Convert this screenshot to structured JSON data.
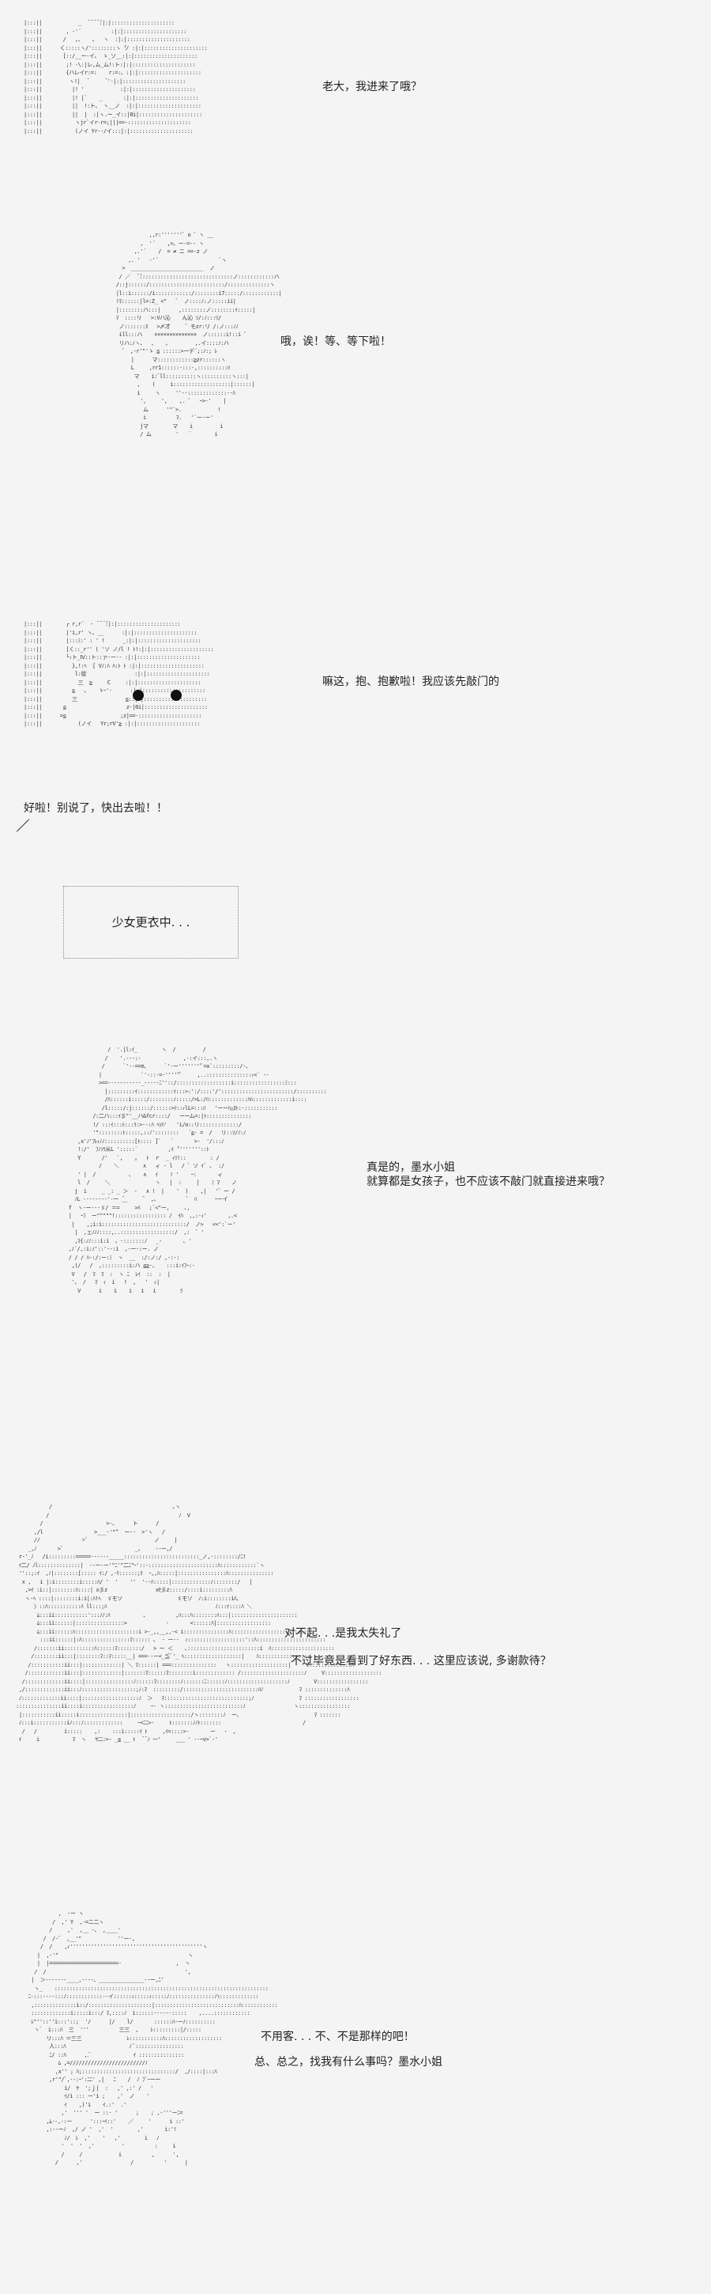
{
  "panels": [
    {
      "lines": [
        "老大，我进来了哦？"
      ]
    },
    {
      "lines": [
        "哦，诶！等、等下啦！"
      ]
    },
    {
      "lines": [
        "嘛这，抱、抱歉啦！我应该先敲门的"
      ]
    },
    {
      "lines": [
        "好啦！别说了，快出去啦！！"
      ]
    },
    {
      "lines": [
        "少女更衣中. . ."
      ]
    },
    {
      "lines": [
        "真是的，墨水小姐",
        "就算都是女孩子，也不应该不敲门就直接进来哦？"
      ]
    },
    {
      "lines": [
        "对不起. . .是我太失礼了",
        "不过毕竟是看到了好东西. . . 这里应该说, 多谢款待？"
      ]
    },
    {
      "lines": [
        "不用客. . . 不、不是那样的吧！",
        "总、总之，找我有什么事吗？墨水小姐"
      ]
    }
  ]
}
